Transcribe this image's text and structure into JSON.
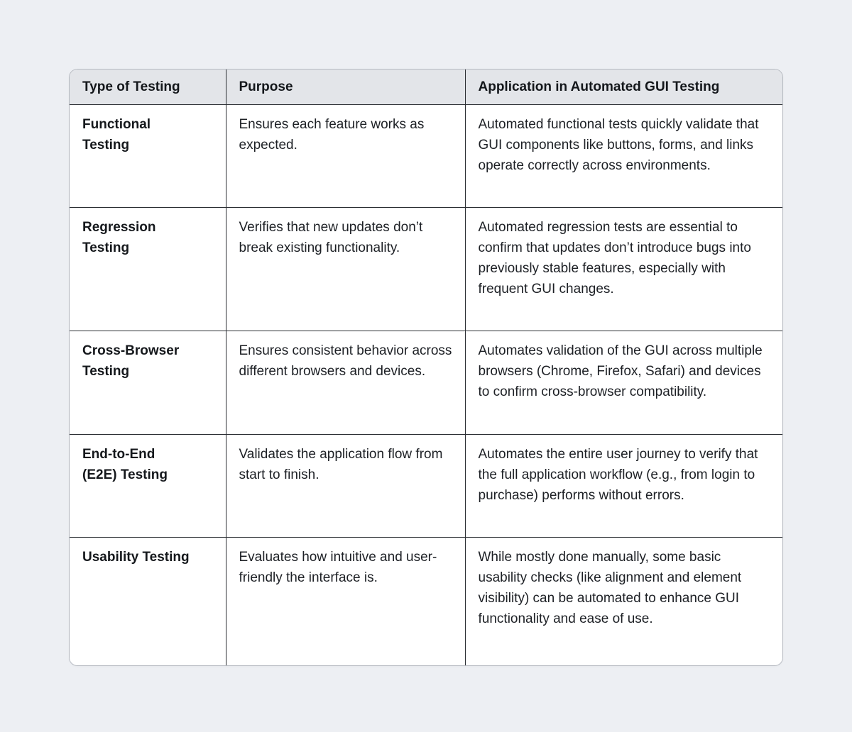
{
  "table": {
    "headers": [
      "Type of Testing",
      "Purpose",
      "Application in Automated GUI Testing"
    ],
    "rows": [
      {
        "type": "Functional\nTesting",
        "purpose": "Ensures each feature works as expected.",
        "application": "Automated functional tests quickly validate that GUI components like buttons, forms, and links operate correctly across environments."
      },
      {
        "type": "Regression\nTesting",
        "purpose": "Verifies that new updates don’t break existing functionality.",
        "application": "Automated regression tests are essential to confirm that updates don’t introduce bugs into previously stable features, especially with frequent GUI changes."
      },
      {
        "type": "Cross-Browser\nTesting",
        "purpose": "Ensures consistent behavior across different browsers and devices.",
        "application": "Automates validation of the GUI across multiple browsers (Chrome, Firefox, Safari) and devices to confirm cross-browser compatibility."
      },
      {
        "type": "End-to-End\n(E2E) Testing",
        "purpose": "Validates the application flow from start to finish.",
        "application": "Automates the entire user journey to verify that the full application workflow (e.g., from login to purchase) performs without errors."
      },
      {
        "type": "Usability Testing",
        "purpose": "Evaluates how intuitive and user-friendly the interface is.",
        "application": "While mostly done manually, some basic usability checks (like alignment and element visibility) can be automated to enhance GUI functionality and ease of use."
      }
    ]
  }
}
